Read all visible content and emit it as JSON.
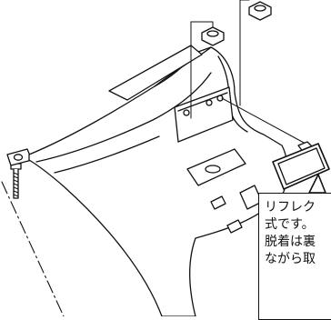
{
  "callout": {
    "lines": [
      "リフレク",
      "式です。",
      "脱着は裏",
      "ながら取"
    ]
  },
  "colors": {
    "line": "#111111",
    "background": "#ffffff"
  }
}
